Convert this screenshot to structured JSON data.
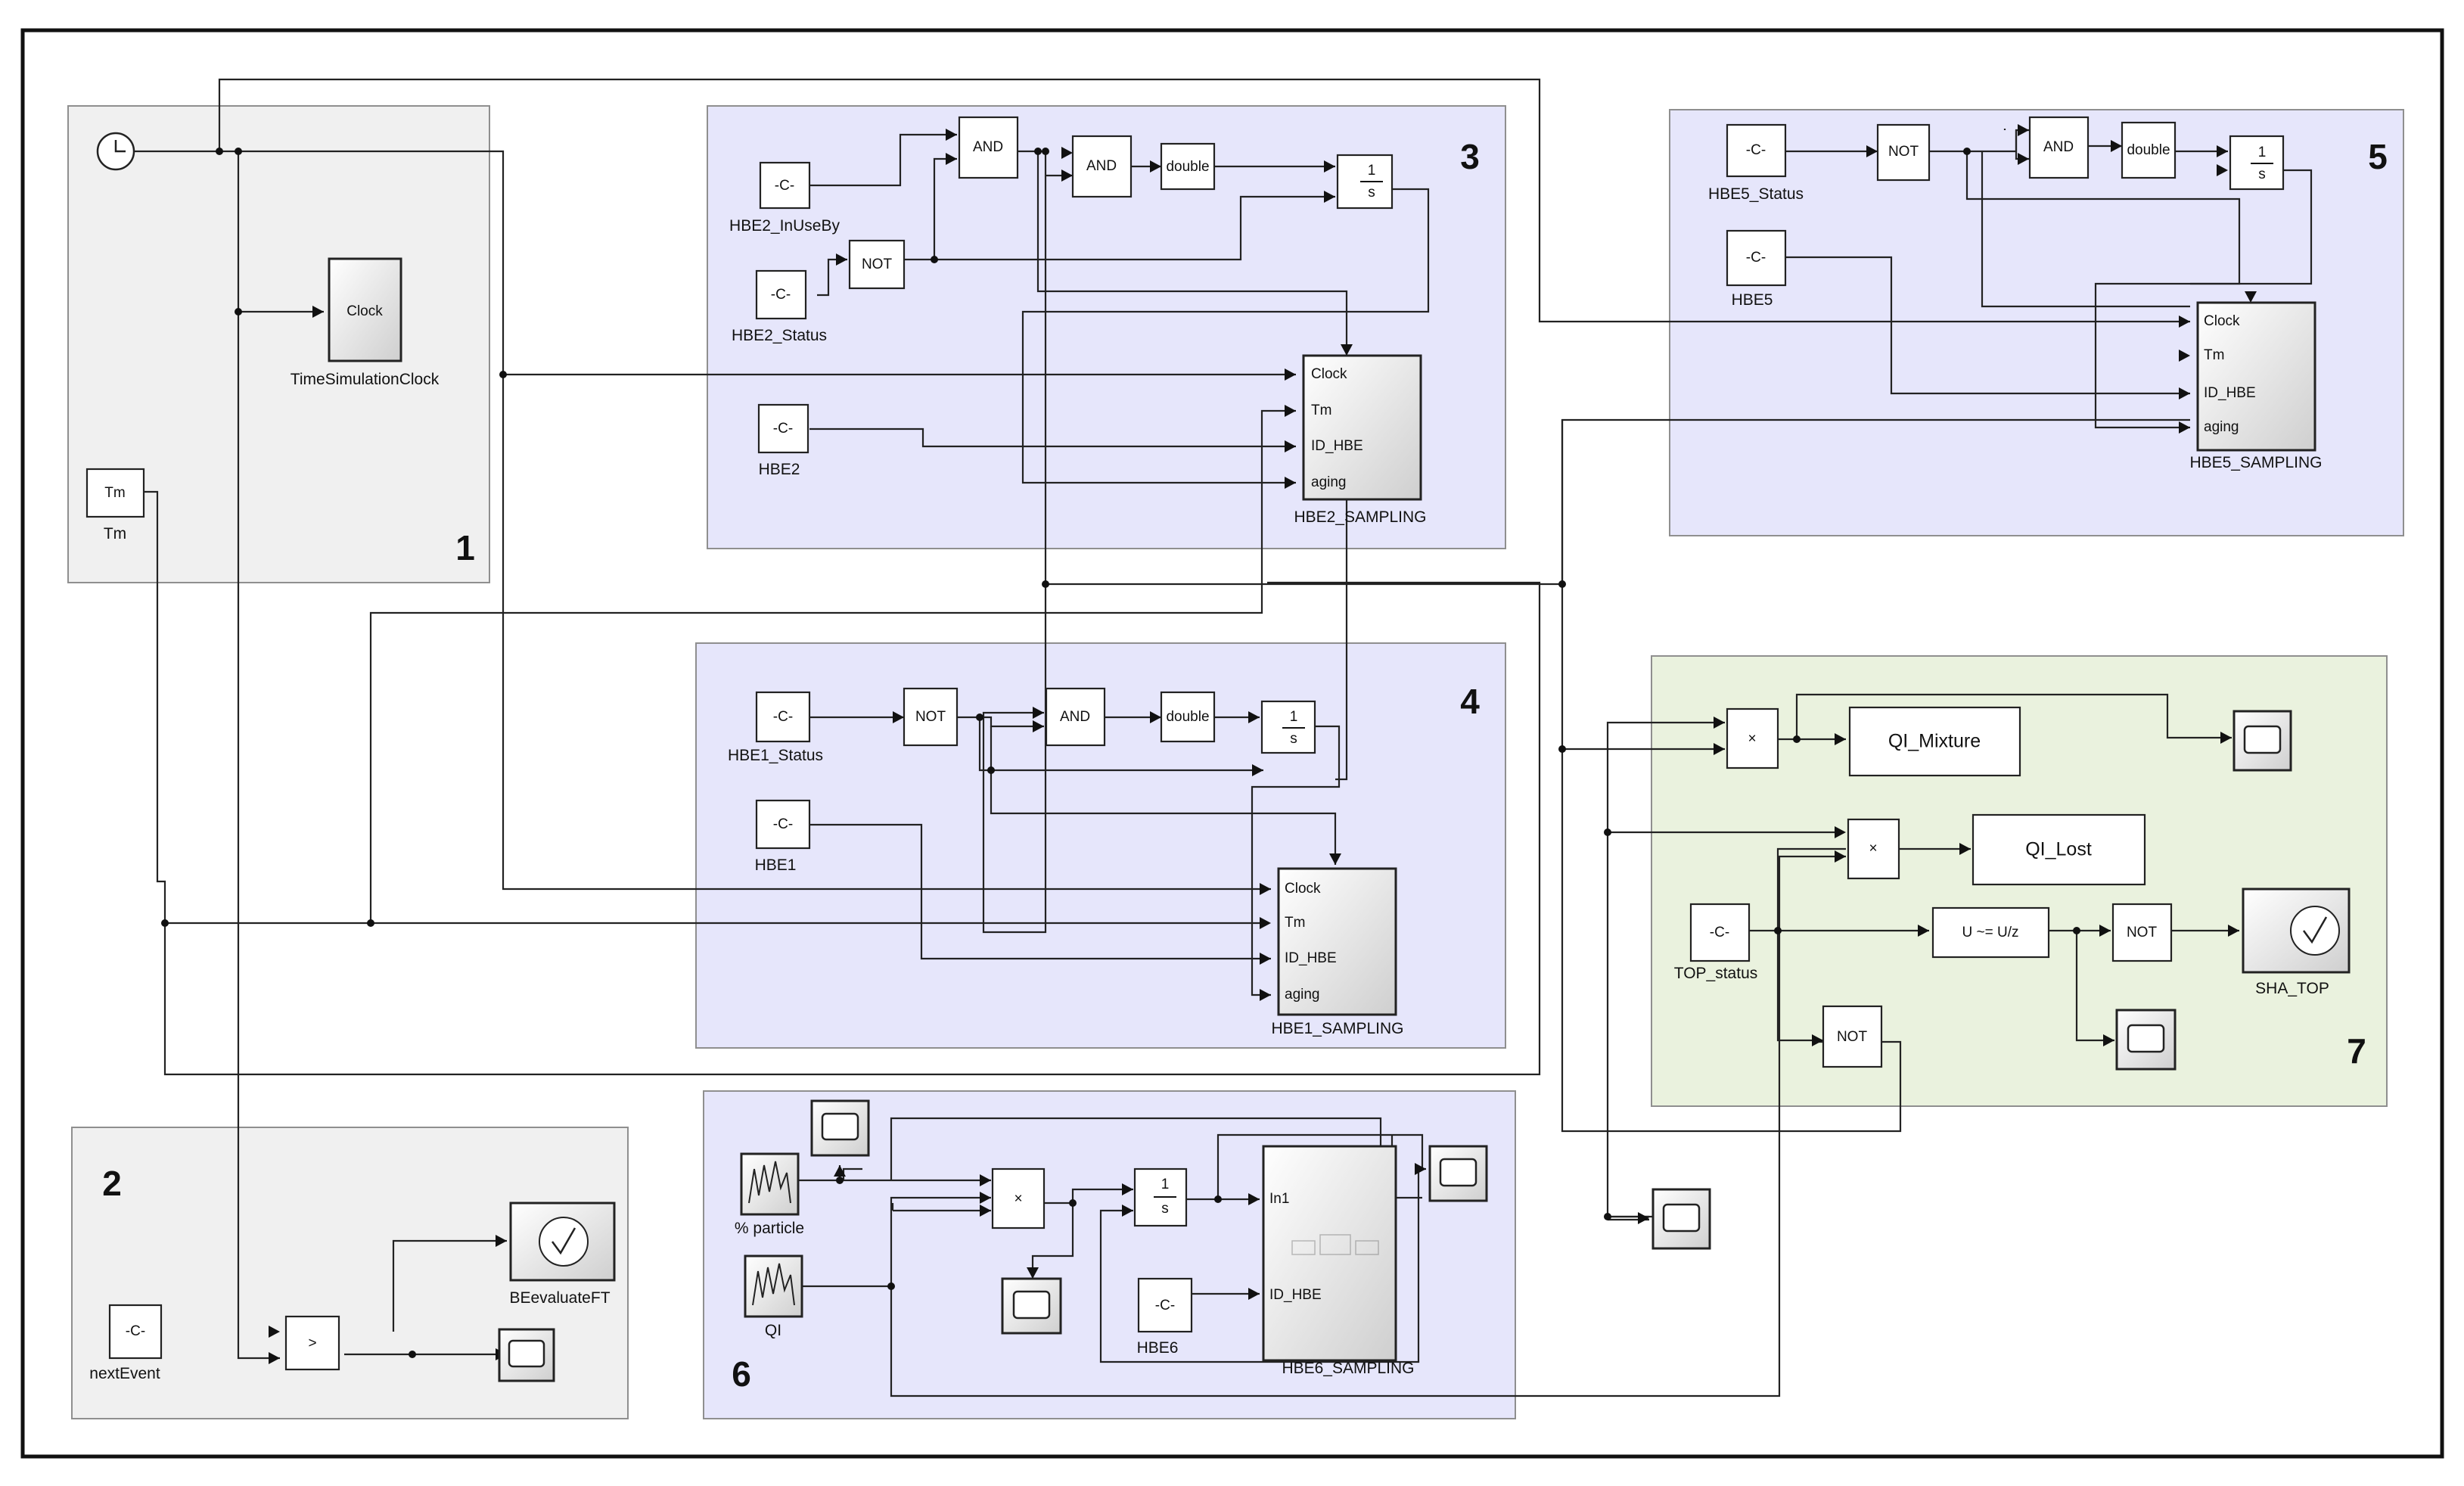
{
  "regions": [
    "1",
    "2",
    "3",
    "4",
    "5",
    "6",
    "7"
  ],
  "blocks": {
    "clock1": {
      "text": "Clock",
      "label": "TimeSimulationClock"
    },
    "tm": {
      "text": "Tm",
      "label": "Tm"
    },
    "hbe2_inuseby": {
      "text": "-C-",
      "label": "HBE2_InUseBy"
    },
    "hbe2_status": {
      "text": "-C-",
      "label": "HBE2_Status"
    },
    "hbe2": {
      "text": "-C-",
      "label": "HBE2"
    },
    "hbe2_sampling": {
      "label": "HBE2_SAMPLING"
    },
    "hbe1_status": {
      "text": "-C-",
      "label": "HBE1_Status"
    },
    "hbe1": {
      "text": "-C-",
      "label": "HBE1"
    },
    "hbe1_sampling": {
      "label": "HBE1_SAMPLING"
    },
    "hbe5_status": {
      "text": "-C-",
      "label": "HBE5_Status"
    },
    "hbe5": {
      "text": "-C-",
      "label": "HBE5"
    },
    "hbe5_sampling": {
      "label": "HBE5_SAMPLING"
    },
    "next_event": {
      "text": "-C-",
      "label": "nextEvent"
    },
    "be_eval": {
      "label": "BEevaluateFT"
    },
    "particle": {
      "label": "% particle"
    },
    "qi": {
      "label": "QI"
    },
    "hbe6": {
      "text": "-C-",
      "label": "HBE6"
    },
    "hbe6_sampling": {
      "label": "HBE6_SAMPLING"
    },
    "qi_mixture": {
      "text": "QI_Mixture"
    },
    "qi_lost": {
      "text": "QI_Lost"
    },
    "top_status": {
      "text": "-C-",
      "label": "TOP_status"
    },
    "sha_top": {
      "label": "SHA_TOP"
    },
    "u_eq": {
      "text": "U ~= U/z"
    }
  },
  "ops": {
    "and": "AND",
    "not": "NOT",
    "double": "double",
    "greater": ">",
    "times": "×",
    "int_num": "1",
    "int_den": "s",
    "in1": "In1"
  },
  "ports": {
    "clock": "Clock",
    "tm": "Tm",
    "id_hbe": "ID_HBE",
    "aging": "aging"
  }
}
